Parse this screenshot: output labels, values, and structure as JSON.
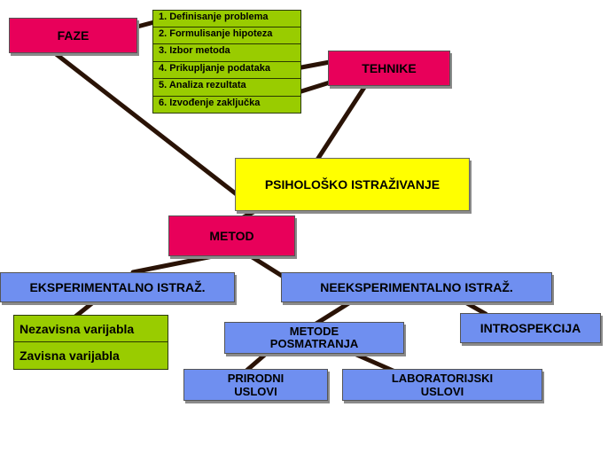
{
  "colors": {
    "phase": "#e8005a",
    "category": "#6f8ff0",
    "center": "#ffff00",
    "list": "#99cc00",
    "connector": "#2a1306"
  },
  "nodes": {
    "faze": "FAZE",
    "tehnike": "TEHNIKE",
    "center": "PSIHOLOŠKO ISTRAŽIVANJE",
    "metod": "METOD",
    "eksperimentalno": "EKSPERIMENTALNO ISTRAŽ.",
    "neeksperimentalno": "NEEKSPERIMENTALNO ISTRAŽ.",
    "introspekcija": "INTROSPEKCIJA",
    "metode_posmatranja": "METODE POSMATRANJA",
    "prirodni_uslovi": "PRIRODNI USLOVI",
    "laboratorijski_uslovi": "LABORATORIJSKI USLOVI"
  },
  "faze_steps": [
    "1. Definisanje problema",
    "2. Formulisanje hipoteza",
    "3. Izbor metoda",
    "4. Prikupljanje podataka",
    "5. Analiza rezultata",
    "6. Izvođenje zaključka"
  ],
  "variables": [
    "Nezavisna varijabla",
    "Zavisna varijabla"
  ]
}
